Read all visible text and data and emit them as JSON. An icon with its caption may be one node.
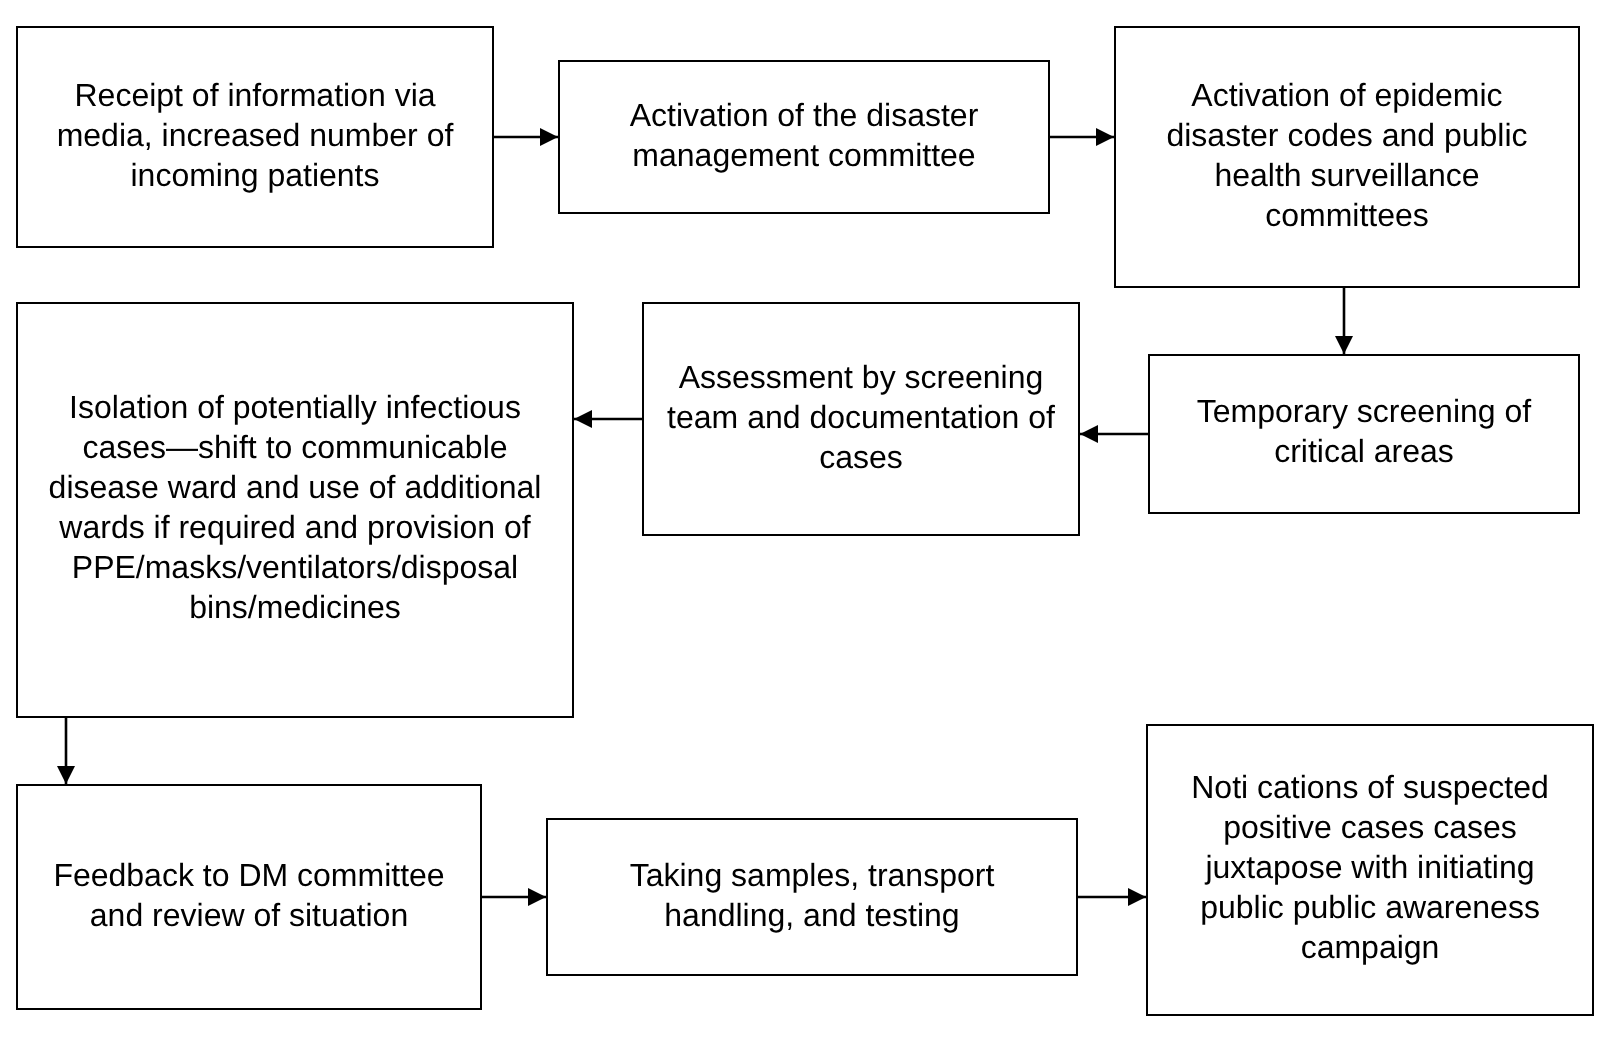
{
  "diagram": {
    "nodes": [
      {
        "text": [
          "Receipt of information via media, increased number of incoming patients"
        ]
      },
      {
        "text": [
          "Activation of the disaster management committee"
        ]
      },
      {
        "text": [
          "Activation of epidemic disaster codes and public health surveillance committees"
        ]
      },
      {
        "text": [
          "Temporary screening of critical areas"
        ]
      },
      {
        "text": [
          "Assessment by screening team and documentation of cases"
        ]
      },
      {
        "text": [
          "Isolation of potentially infectious cases—shift to communicable disease ward and use of additional wards if required and provision of PPE/masks/ventilators/disposal bins/medicines"
        ]
      },
      {
        "text": [
          "Feedback to DM committee and review of situation"
        ]
      },
      {
        "text": [
          "Taking samples, transport handling, and testing"
        ]
      },
      {
        "text": [
          "Noti cations of suspected positive cases cases juxtapose with initiating public public awareness campaign"
        ]
      }
    ],
    "edges": [
      {
        "from": 0,
        "to": 1,
        "arrow": "to"
      },
      {
        "from": 1,
        "to": 2,
        "arrow": "to"
      },
      {
        "from": 2,
        "to": 3,
        "arrow": "to"
      },
      {
        "from": 3,
        "to": 4,
        "arrow": "to"
      },
      {
        "from": 4,
        "to": 5,
        "arrow": "to"
      },
      {
        "from": 5,
        "to": 6,
        "arrow": "to"
      },
      {
        "from": 6,
        "to": 7,
        "arrow": "to"
      },
      {
        "from": 7,
        "to": 8,
        "arrow": "to"
      }
    ]
  }
}
